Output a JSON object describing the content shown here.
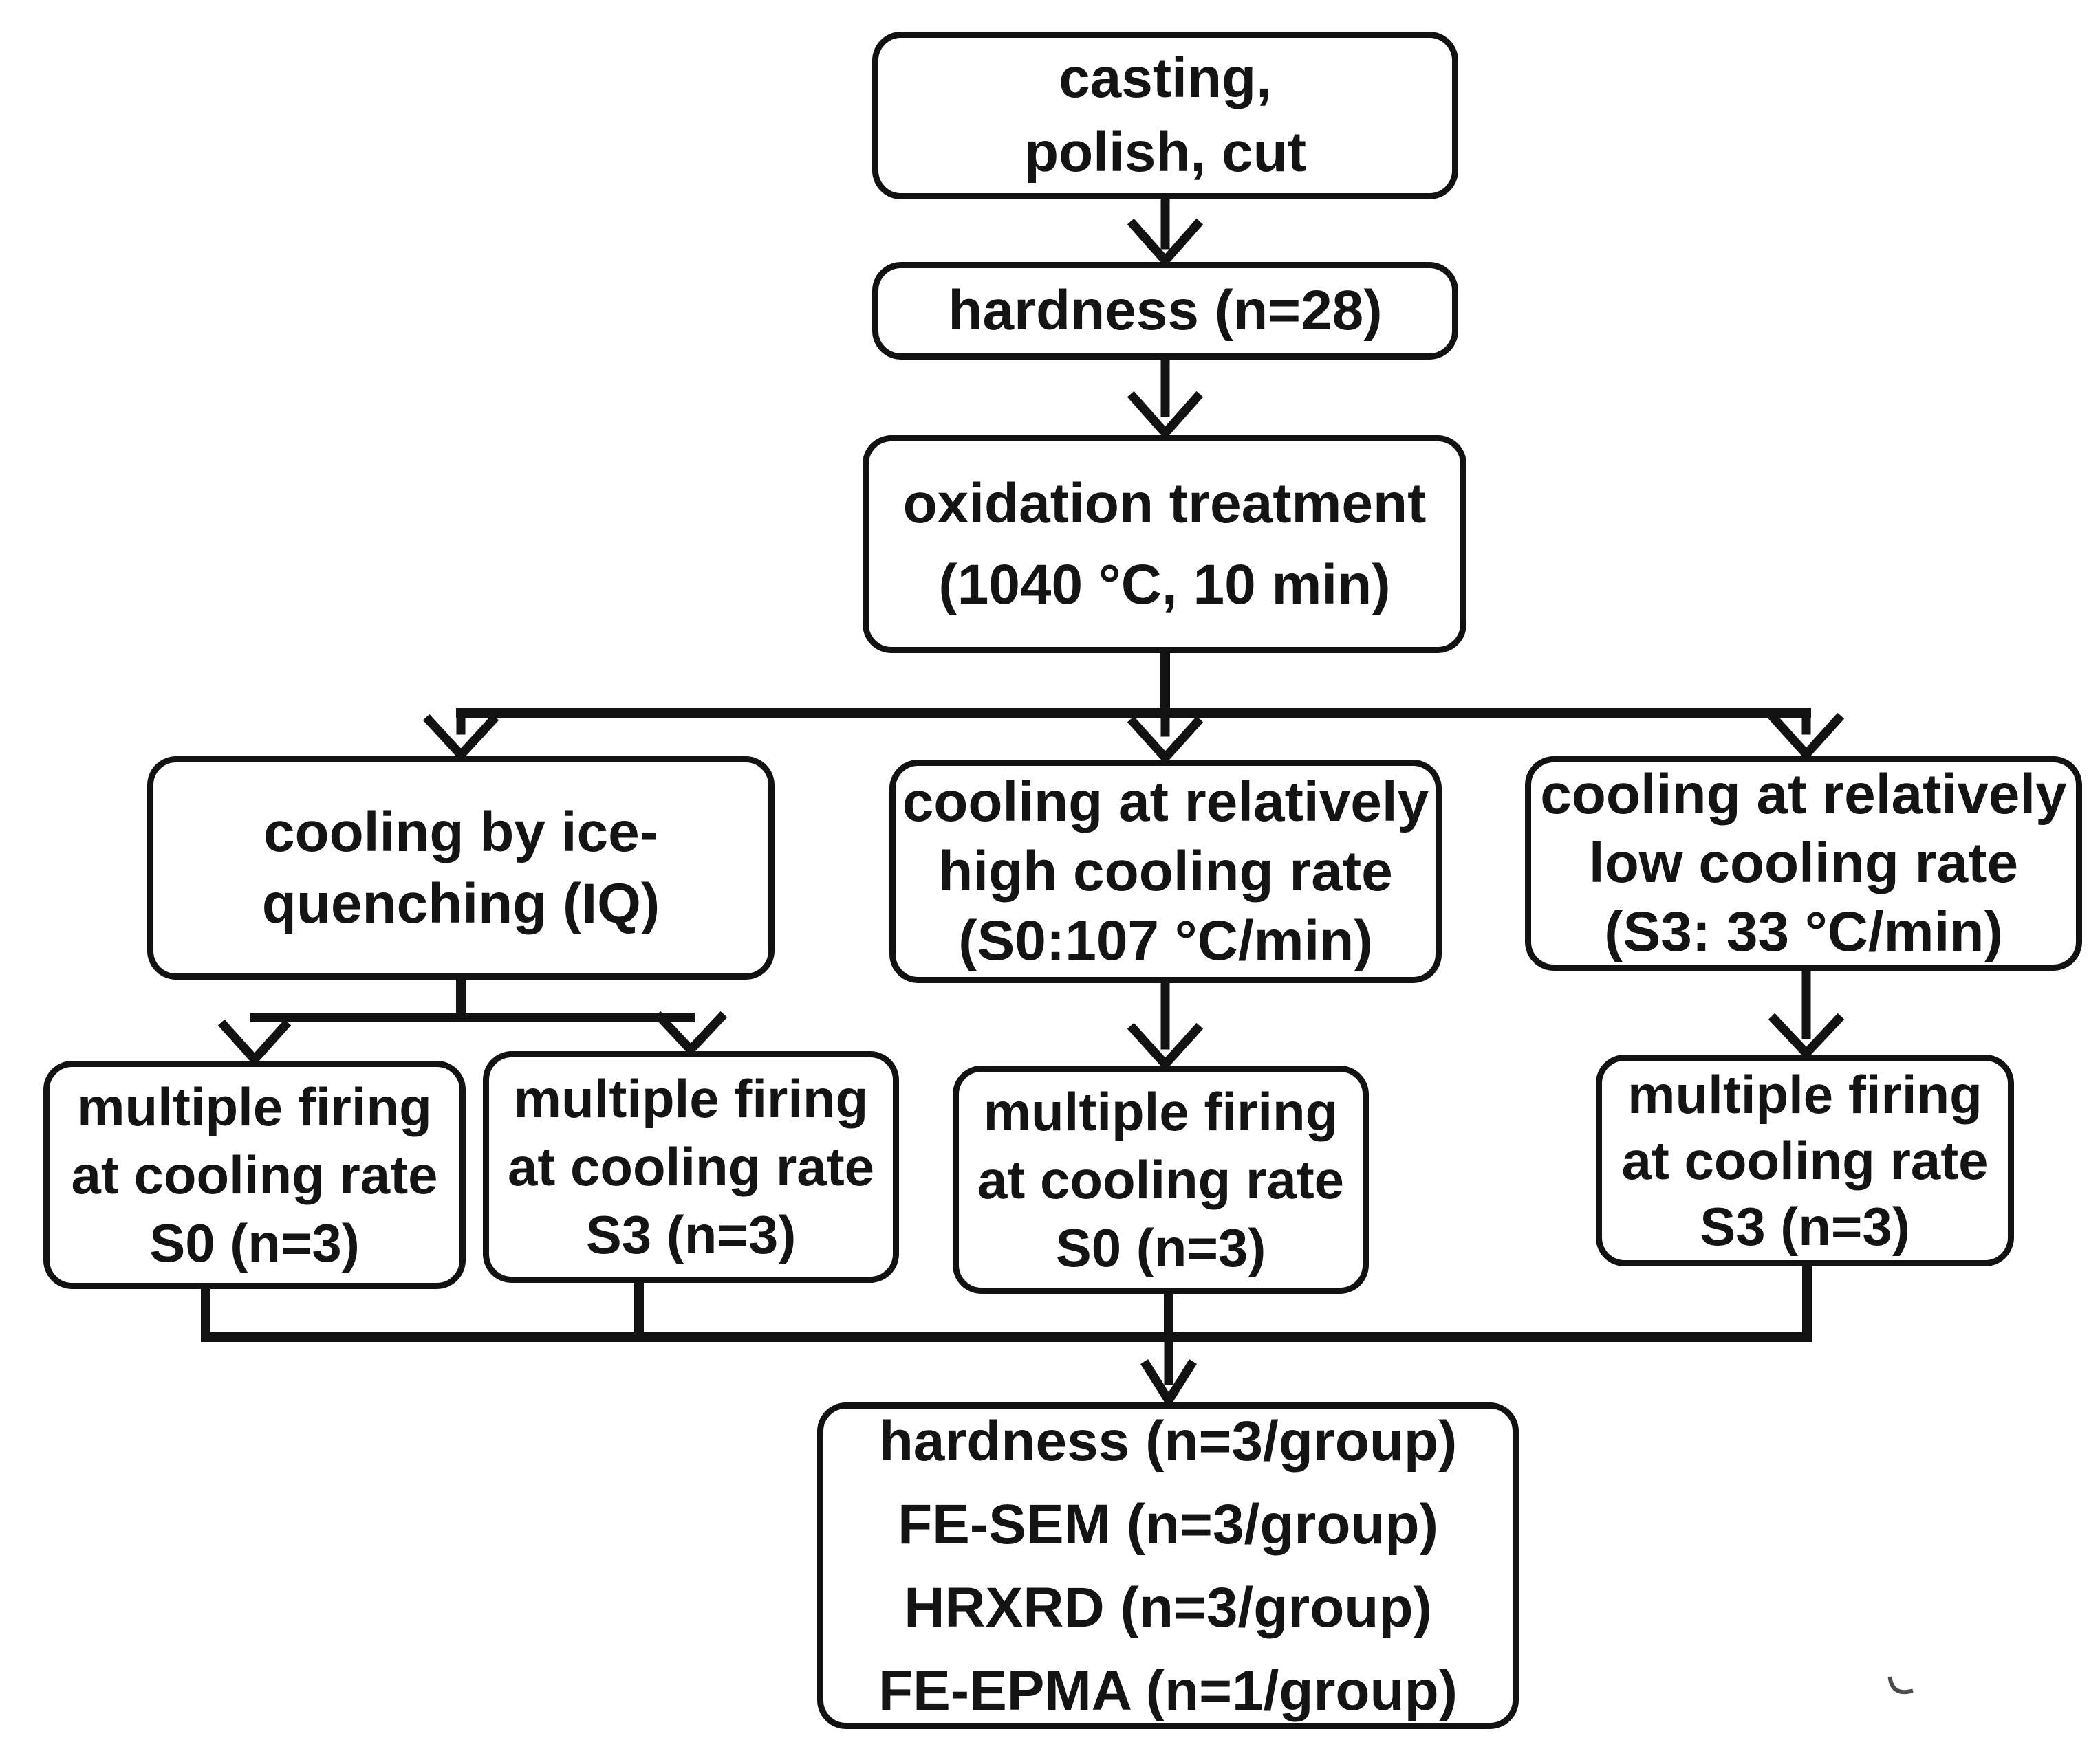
{
  "colors": {
    "ink": "#121212",
    "paper": "#ffffff"
  },
  "nodes": {
    "casting": {
      "lines": [
        "casting,",
        "polish, cut"
      ]
    },
    "hardness_initial": {
      "lines": [
        "hardness (n=28)"
      ]
    },
    "oxidation": {
      "lines": [
        "oxidation treatment",
        "(1040 °C, 10 min)"
      ]
    },
    "cooling_iq": {
      "lines": [
        "cooling by ice-",
        "quenching (IQ)"
      ]
    },
    "cooling_high": {
      "lines": [
        "cooling at relatively",
        "high cooling rate",
        "(S0:107 °C/min)"
      ]
    },
    "cooling_low": {
      "lines": [
        "cooling at relatively",
        "low cooling rate",
        "(S3: 33 °C/min)"
      ]
    },
    "firing_iq_s0": {
      "lines": [
        "multiple firing",
        "at cooling rate",
        "S0 (n=3)"
      ]
    },
    "firing_iq_s3": {
      "lines": [
        "multiple firing",
        "at cooling rate",
        "S3 (n=3)"
      ]
    },
    "firing_high_s0": {
      "lines": [
        "multiple firing",
        "at cooling rate",
        "S0 (n=3)"
      ]
    },
    "firing_low_s3": {
      "lines": [
        "multiple firing",
        "at cooling rate",
        "S3 (n=3)"
      ]
    },
    "analyses": {
      "lines": [
        "hardness (n=3/group)",
        "FE-SEM (n=3/group)",
        "HRXRD (n=3/group)",
        "FE-EPMA (n=1/group)"
      ]
    }
  }
}
